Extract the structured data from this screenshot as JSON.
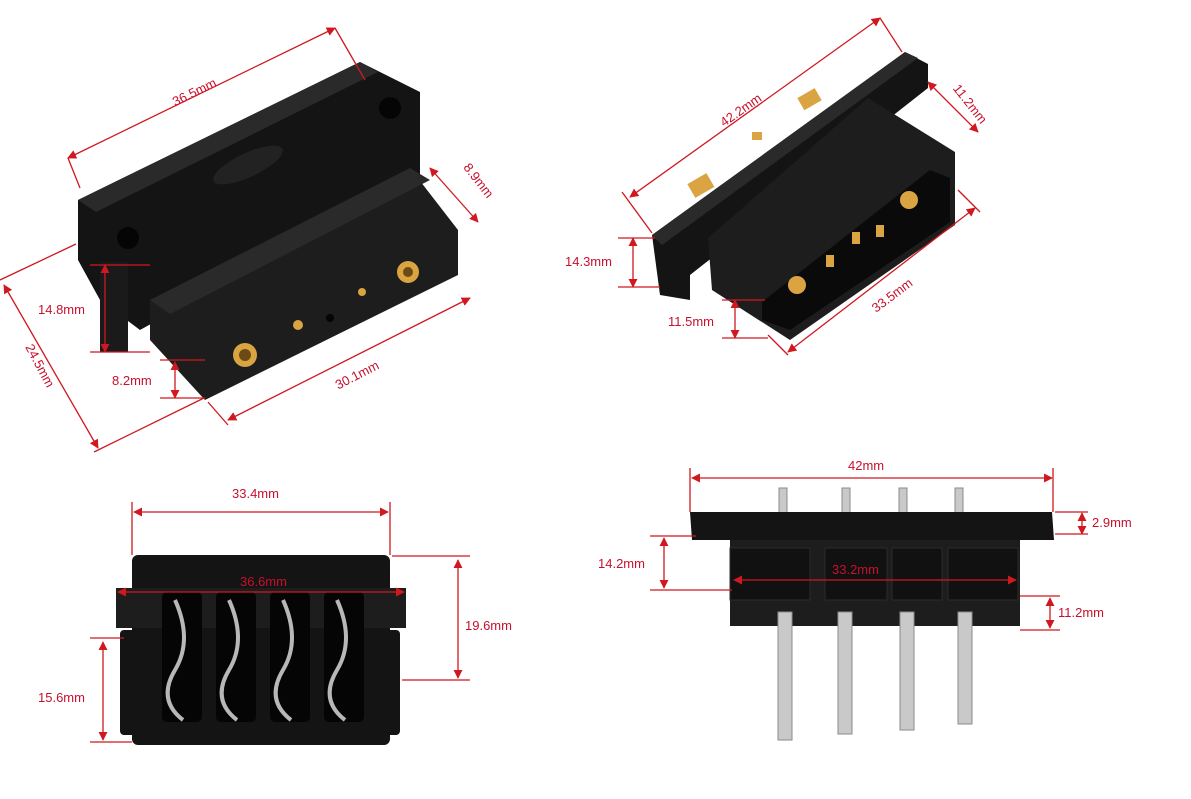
{
  "views": {
    "top_left": {
      "dims": {
        "length": "36.5mm",
        "depth": "8.9mm",
        "height": "14.8mm",
        "width": "24.5mm",
        "step": "8.2mm",
        "front": "30.1mm"
      }
    },
    "top_right": {
      "dims": {
        "length": "42.2mm",
        "flange": "11.2mm",
        "height": "14.3mm",
        "inner": "11.5mm",
        "front": "33.5mm"
      }
    },
    "bottom_left": {
      "dims": {
        "outer": "33.4mm",
        "inner": "36.6mm",
        "height": "19.6mm",
        "lower": "15.6mm"
      }
    },
    "bottom_right": {
      "dims": {
        "length": "42mm",
        "flange": "2.9mm",
        "height": "14.2mm",
        "inner": "33.2mm",
        "pin": "11.2mm"
      }
    }
  },
  "colors": {
    "dimension": "#d01820",
    "housing": "#141414",
    "contact": "#d9a441",
    "pin": "#c9c9c9"
  }
}
